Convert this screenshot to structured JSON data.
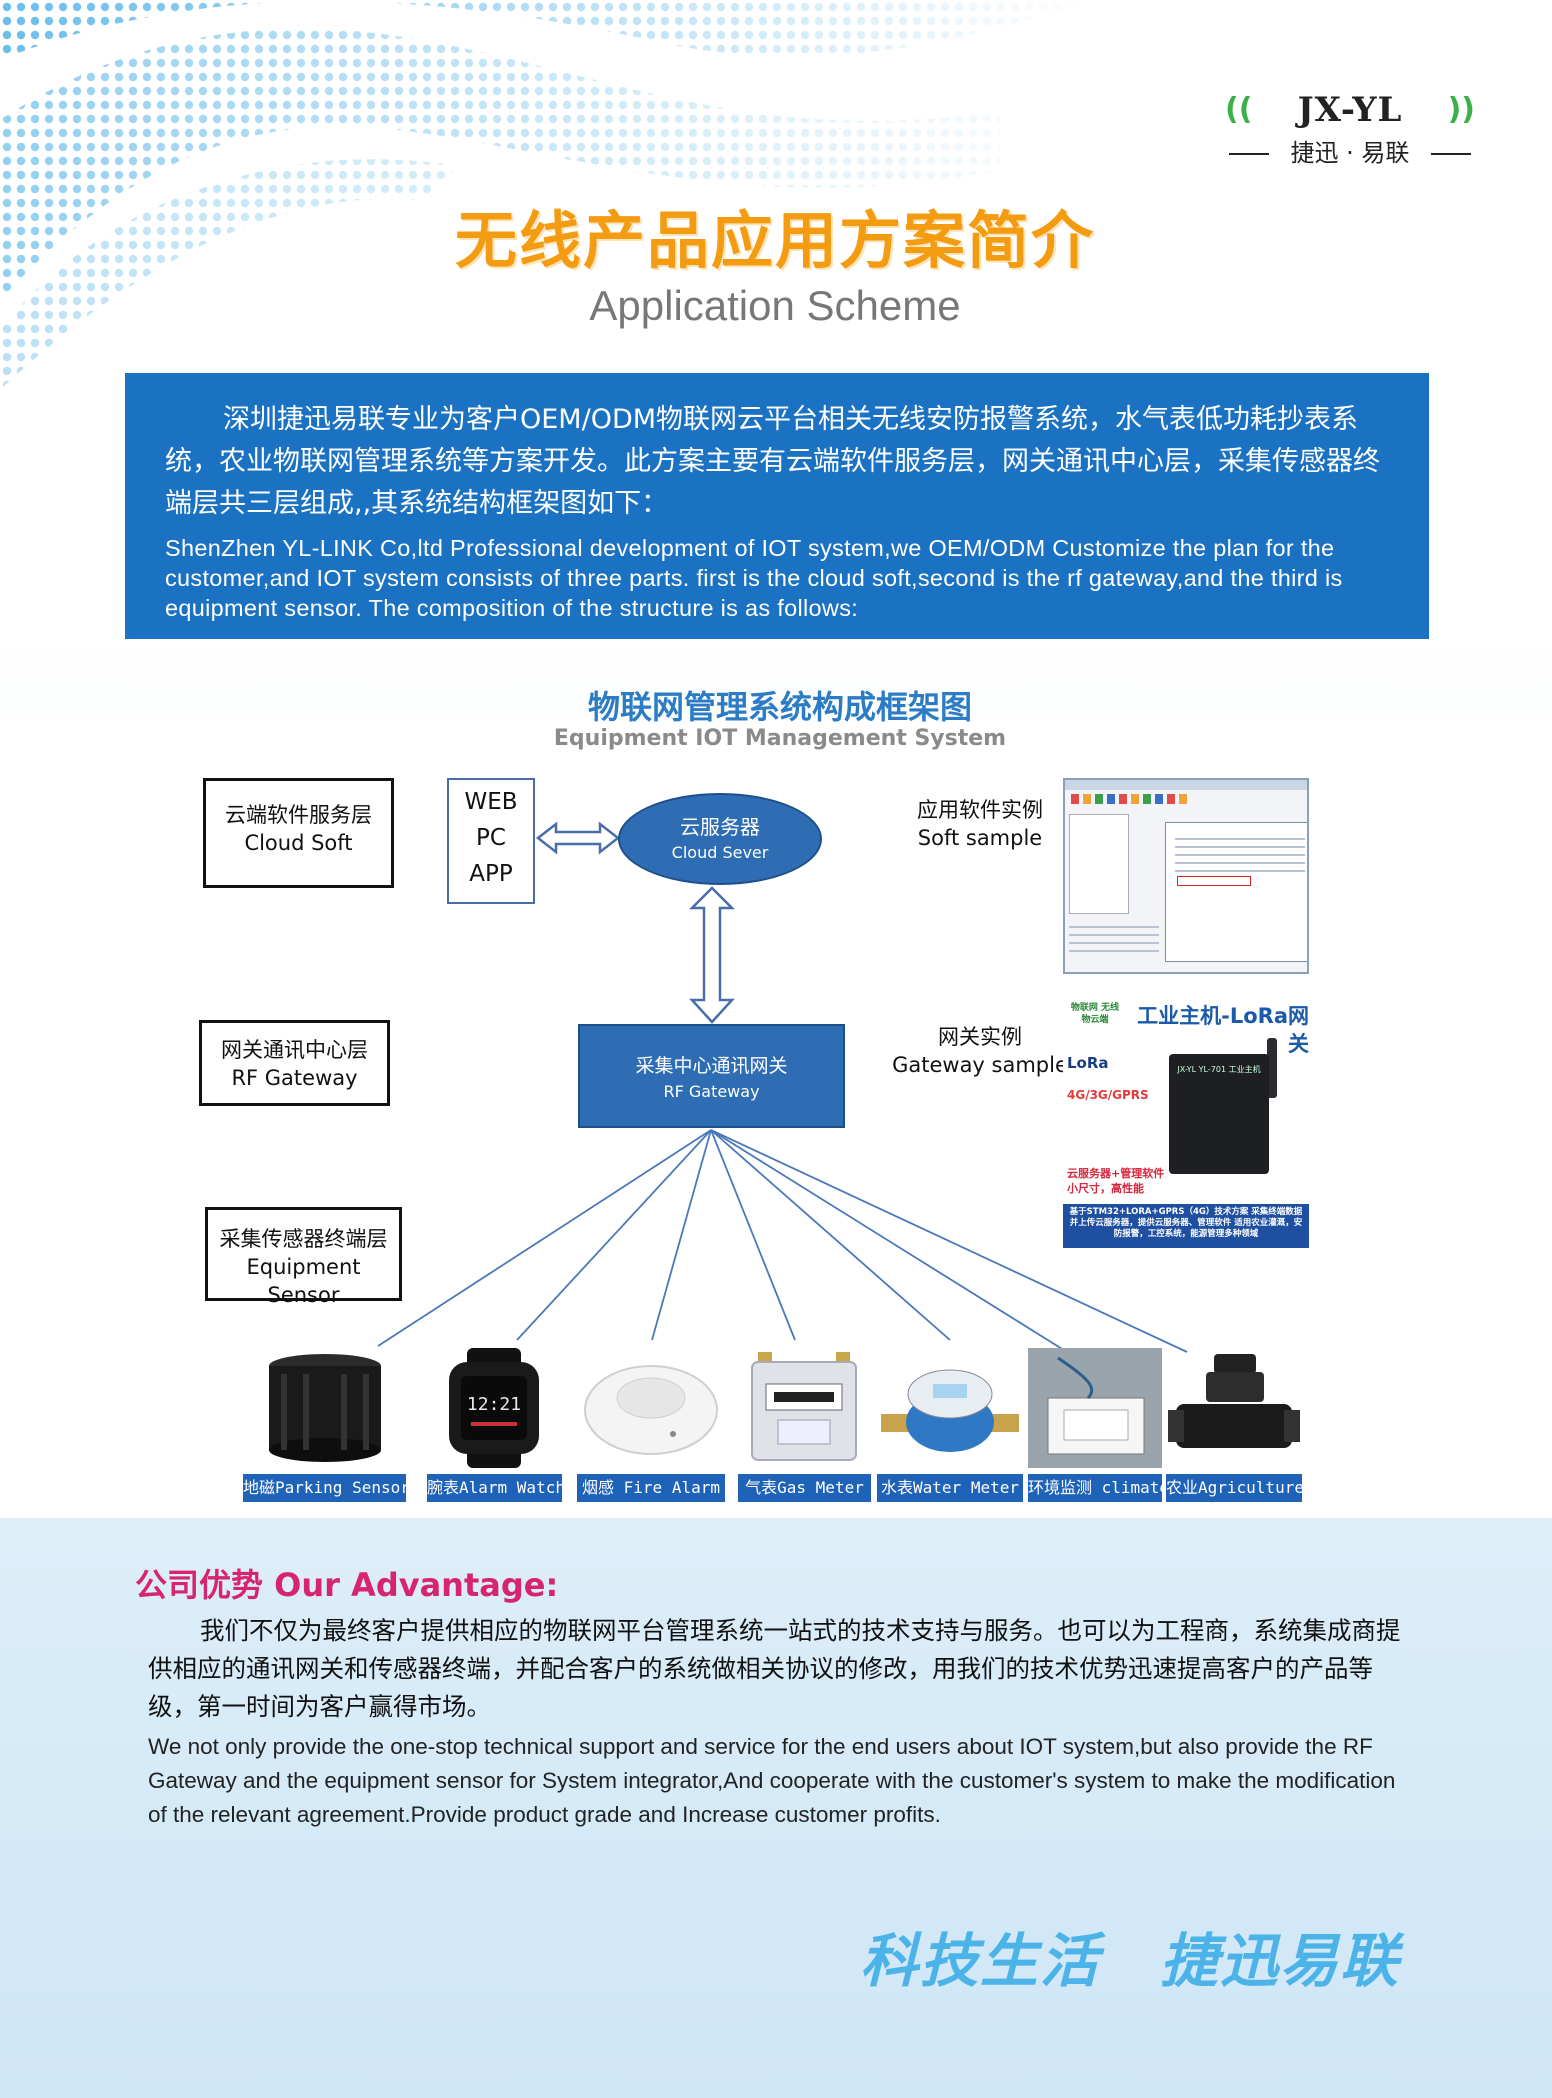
{
  "brand": {
    "logo_mark": "JX-YL",
    "logo_sub": "捷迅 · 易联",
    "accent": "#f39c12",
    "blue": "#1b72c2",
    "green": "#3cb14a"
  },
  "header": {
    "title": "无线产品应用方案简介",
    "subtitle": "Application Scheme"
  },
  "intro": {
    "cn": "深圳捷迅易联专业为客户OEM/ODM物联网云平台相关无线安防报警系统，水气表低功耗抄表系统，农业物联网管理系统等方案开发。此方案主要有云端软件服务层，网关通讯中心层，采集传感器终端层共三层组成,,其系统结构框架图如下：",
    "en": "ShenZhen YL-LINK Co,ltd Professional development of IOT system,we OEM/ODM Customize the plan for the customer,and IOT system consists of three parts. first is the cloud soft,second is the rf gateway,and the third is equipment sensor. The composition of the structure is as follows:"
  },
  "diagram": {
    "title": "物联网管理系统构成框架图",
    "subtitle": "Equipment IOT Management System",
    "layers": [
      {
        "cn": "云端软件服务层",
        "en": "Cloud Soft"
      },
      {
        "cn": "网关通讯中心层",
        "en": "RF Gateway"
      },
      {
        "cn": "采集传感器终端层",
        "en": "Equipment Sensor"
      }
    ],
    "clients": [
      "WEB",
      "PC",
      "APP"
    ],
    "cloud": {
      "cn": "云服务器",
      "en": "Cloud Sever"
    },
    "gateway": {
      "cn": "采集中心通讯网关",
      "en": "RF Gateway"
    },
    "soft_sample": {
      "cn": "应用软件实例",
      "en": "Soft sample"
    },
    "gateway_sample": {
      "cn": "网关实例",
      "en": "Gateway sample"
    },
    "gateway_product": {
      "head": "工业主机-LoRa网关",
      "badge": "物联网 无线物云端",
      "lora": "LoRa",
      "net": "4G/3G/GPRS",
      "device": "JX-YL YL-701 工业主机",
      "red": "云服务器+管理软件 小尺寸，高性能",
      "bottom": "基于STM32+LORA+GPRS（4G）技术方案 采集终端数据并上传云服务器，提供云服务器、管理软件 适用农业灌溉，安防报警，工控系统，能源管理多种领域"
    }
  },
  "sensors": [
    {
      "label": "地磁Parking Sensor"
    },
    {
      "label": "腕表Alarm Watch"
    },
    {
      "label": "烟感 Fire Alarm"
    },
    {
      "label": "气表Gas Meter"
    },
    {
      "label": "水表Water Meter"
    },
    {
      "label": "环境监测 climate"
    },
    {
      "label": "农业Agriculture"
    }
  ],
  "advantage": {
    "title": "公司优势 Our Advantage:",
    "cn": "我们不仅为最终客户提供相应的物联网平台管理系统一站式的技术支持与服务。也可以为工程商，系统集成商提供相应的通讯网关和传感器终端，并配合客户的系统做相关协议的修改，用我们的技术优势迅速提高客户的产品等级，第一时间为客户赢得市场。",
    "en": "We not only provide the one-stop technical support and service for the end users about IOT system,but also provide the RF Gateway and the equipment sensor for System integrator,And cooperate with the customer's system to make the modification of the relevant agreement.Provide product grade and Increase customer profits."
  },
  "slogan": "科技生活　捷迅易联"
}
